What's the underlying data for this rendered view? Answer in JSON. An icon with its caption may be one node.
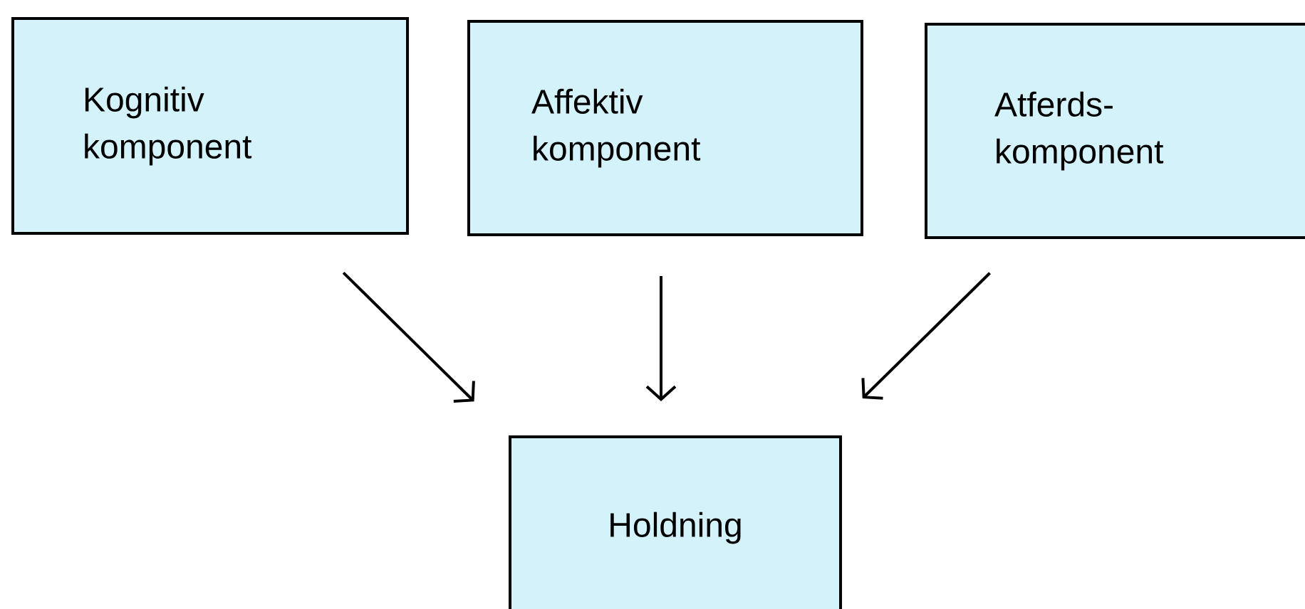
{
  "diagram": {
    "nodes": [
      {
        "text": [
          "Kognitiv komponent"
        ]
      },
      {
        "text": [
          "Affektiv komponent"
        ]
      },
      {
        "text": [
          "Atferds- komponent"
        ]
      },
      {
        "text": [
          "Holdning"
        ]
      }
    ],
    "edges": [
      {
        "from": 0,
        "to": 3,
        "arrow": "to"
      },
      {
        "from": 1,
        "to": 3,
        "arrow": "to"
      },
      {
        "from": 2,
        "to": 3,
        "arrow": "to"
      }
    ]
  }
}
